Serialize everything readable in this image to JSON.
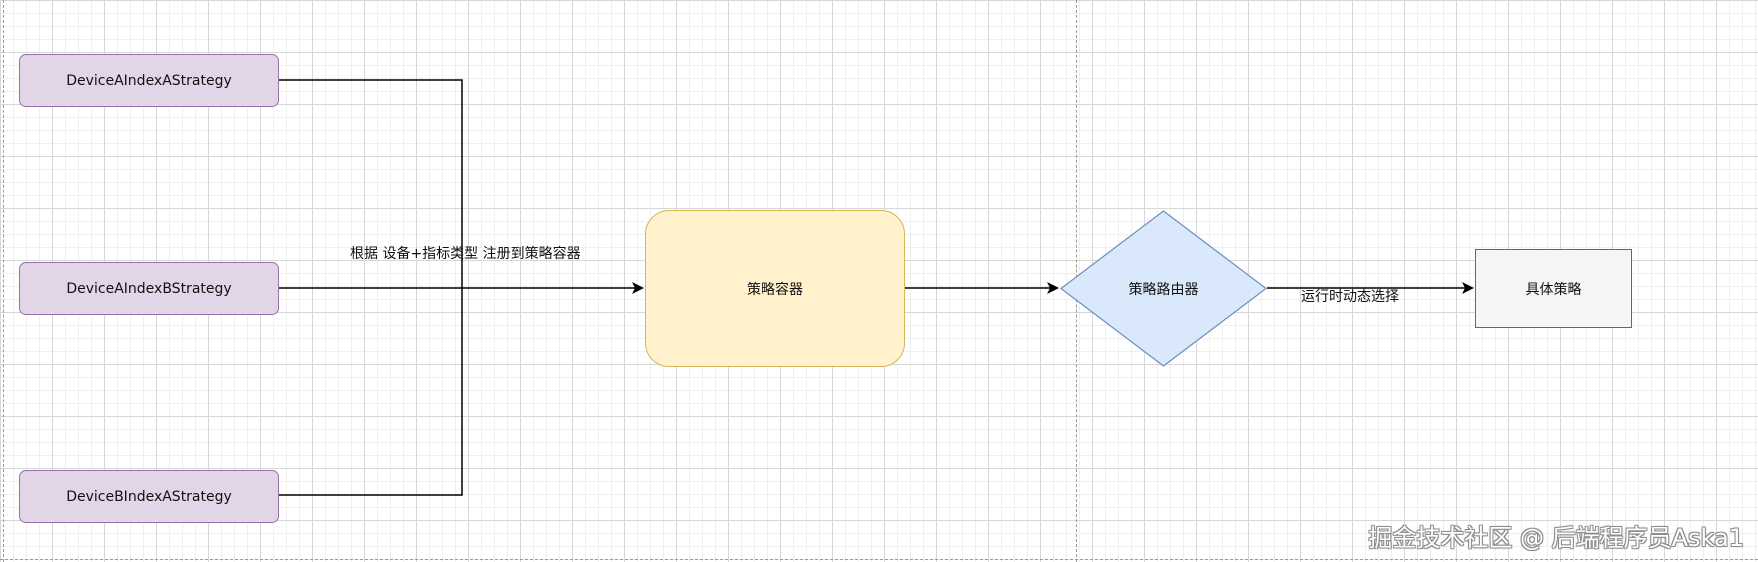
{
  "diagram": {
    "nodes": {
      "strategy_a_a": "DeviceAIndexAStrategy",
      "strategy_a_b": "DeviceAIndexBStrategy",
      "strategy_b_a": "DeviceBIndexAStrategy",
      "container": "策略容器",
      "router": "策略路由器",
      "concrete": "具体策略"
    },
    "edge_labels": {
      "register": "根据 设备+指标类型 注册到策略容器",
      "select": "运行时动态选择"
    }
  },
  "watermark": "掘金技术社区 @ 后端程序员Aska1",
  "colors": {
    "strategy_fill": "#e1d5e7",
    "strategy_border": "#9673a6",
    "container_fill": "#fff2cc",
    "container_border": "#d6b656",
    "router_fill": "#dae8fc",
    "router_border": "#6c8ebf",
    "concrete_fill": "#f5f5f5",
    "concrete_border": "#666666"
  }
}
